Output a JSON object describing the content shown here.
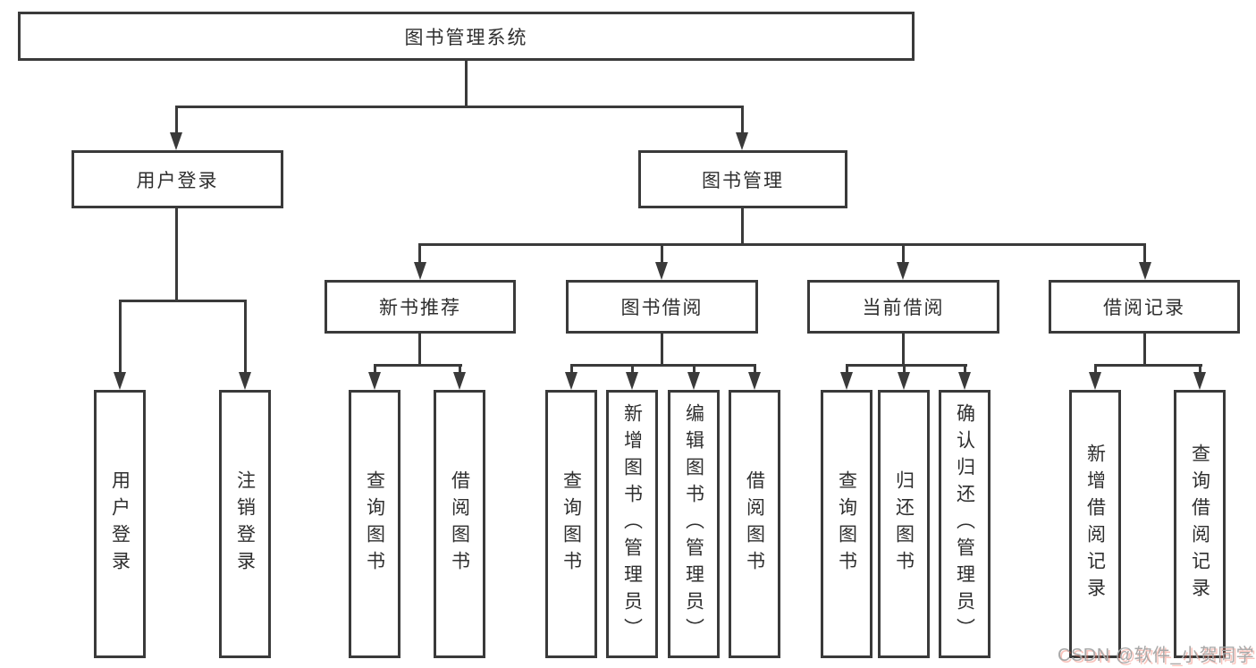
{
  "diagram": {
    "root": "图书管理系统",
    "level2": [
      "用户登录",
      "图书管理"
    ],
    "level3": [
      "新书推荐",
      "图书借阅",
      "当前借阅",
      "借阅记录"
    ],
    "leaves": {
      "user_login": [
        "用户登录",
        "注销登录"
      ],
      "new_book": [
        "查询图书",
        "借阅图书"
      ],
      "book_borrow": [
        "查询图书",
        "新增图书（管理员）",
        "编辑图书（管理员）",
        "借阅图书"
      ],
      "current_borrow": [
        "查询图书",
        "归还图书",
        "确认归还（管理员）"
      ],
      "borrow_records": [
        "新增借阅记录",
        "查询借阅记录"
      ]
    }
  },
  "watermark": "CSDN @软件_小贺同学",
  "colors": {
    "line": "#3a3a3a",
    "text": "#2f2f2f",
    "watermark": "#a8a8a8"
  }
}
